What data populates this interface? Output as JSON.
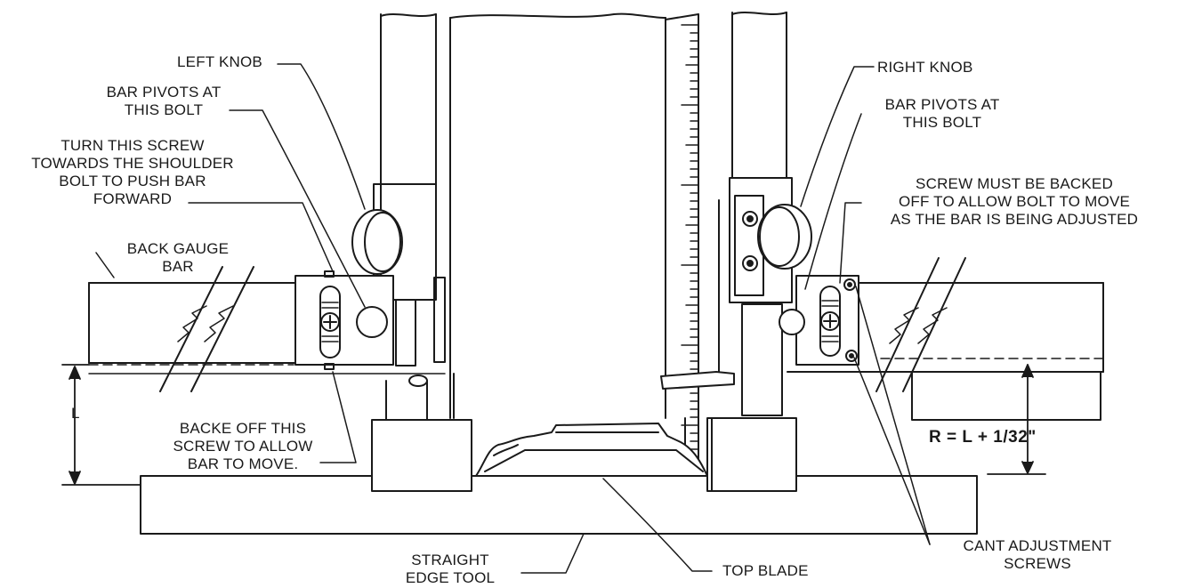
{
  "labels": {
    "left_knob": "LEFT KNOB",
    "bar_pivots_left": [
      "BAR PIVOTS AT",
      "THIS BOLT"
    ],
    "turn_screw": [
      "TURN THIS SCREW",
      "TOWARDS THE SHOULDER",
      "BOLT TO PUSH BAR",
      "FORWARD"
    ],
    "back_gauge_bar": [
      "BACK GAUGE",
      "BAR"
    ],
    "length_l": "L",
    "back_off_screw": [
      "BACKE OFF THIS",
      "SCREW TO ALLOW",
      "BAR TO MOVE."
    ],
    "right_knob": "RIGHT KNOB",
    "bar_pivots_right": [
      "BAR PIVOTS AT",
      "THIS BOLT"
    ],
    "screw_backed": [
      "SCREW MUST BE BACKED",
      "OFF TO ALLOW BOLT TO MOVE",
      "AS THE BAR IS BEING ADJUSTED"
    ],
    "r_equation": "R = L + 1/32\"",
    "cant_adjustment": [
      "CANT ADJUSTMENT",
      "SCREWS"
    ],
    "straight_edge": [
      "STRAIGHT",
      "EDGE TOOL"
    ],
    "top_blade": "TOP BLADE"
  },
  "colors": {
    "ink": "#1a1a1a",
    "paper": "#ffffff"
  }
}
